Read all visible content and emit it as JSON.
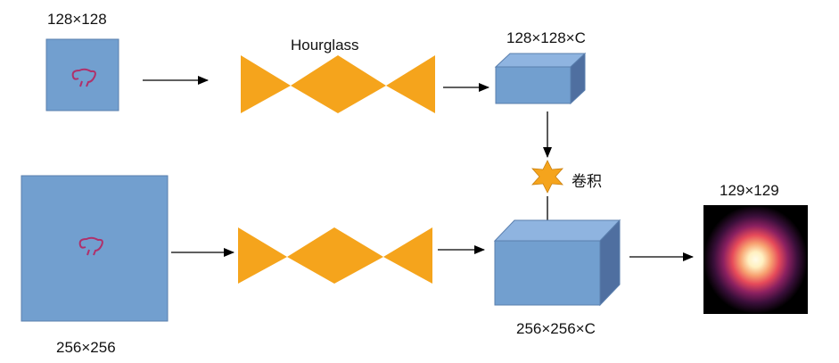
{
  "labels": {
    "small_input_size": "128×128",
    "hourglass": "Hourglass",
    "small_feature_size": "128×128×C",
    "convolution": "卷积",
    "output_size": "129×129",
    "large_input_size": "256×256",
    "large_feature_size": "256×256×C"
  },
  "colors": {
    "box_fill": "#729fcf",
    "box_side": "#4f6fa0",
    "box_top": "#8fb4e0",
    "hourglass_fill": "#f5a41c",
    "star_fill": "#f5a41c",
    "arrow": "#000000",
    "heatmap_bg": "#000000"
  },
  "icons": {
    "hourglass_shape": "hourglass-triangles",
    "convolution_symbol": "star-icon",
    "keypoint_outline": "hand-outline-icon",
    "response_map": "heatmap-glow"
  }
}
